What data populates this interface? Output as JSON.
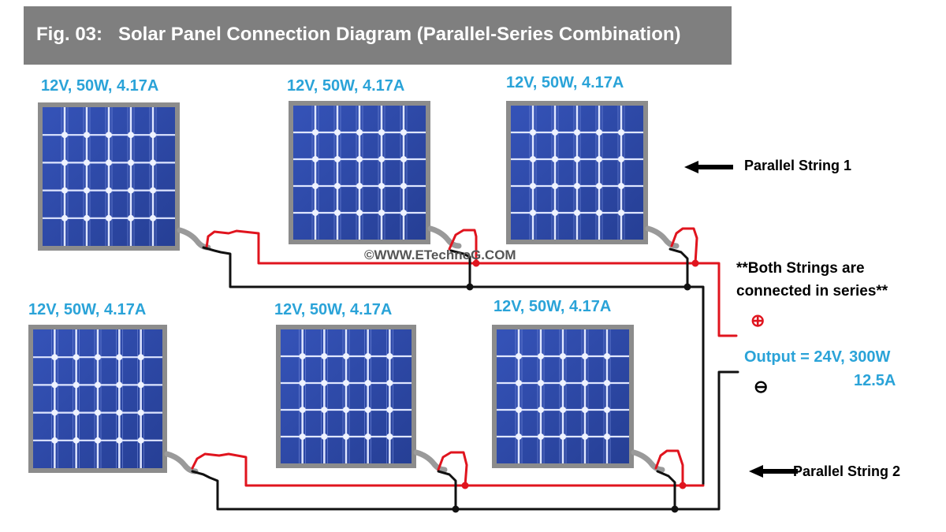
{
  "title": "Fig. 03:   Solar Panel Connection Diagram (Parallel-Series Combination)",
  "panel_spec": "12V, 50W, 4.17A",
  "panels": [
    {
      "string": 1,
      "label": "12V, 50W, 4.17A"
    },
    {
      "string": 1,
      "label": "12V, 50W, 4.17A"
    },
    {
      "string": 1,
      "label": "12V, 50W, 4.17A"
    },
    {
      "string": 2,
      "label": "12V, 50W, 4.17A"
    },
    {
      "string": 2,
      "label": "12V, 50W, 4.17A"
    },
    {
      "string": 2,
      "label": "12V, 50W, 4.17A"
    }
  ],
  "labels": {
    "string1": "Parallel String 1",
    "string2": "Parallel String 2",
    "note_line1": "**Both Strings are",
    "note_line2": "connected in series**",
    "output_line1": "Output = 24V, 300W",
    "output_line2": "12.5A",
    "plus_symbol": "⊕",
    "minus_symbol": "⊖"
  },
  "watermark": "©WWW.ETechnoG.COM",
  "colors": {
    "title_bg": "#7f7f7f",
    "spec_text": "#2aa3d8",
    "positive_wire": "#e0141e",
    "negative_wire": "#111111",
    "panel_cell": "#2f49a8",
    "panel_frame": "#8c8c8c"
  },
  "icons": [
    "arrow-left-icon",
    "plus-terminal-icon",
    "minus-terminal-icon"
  ]
}
